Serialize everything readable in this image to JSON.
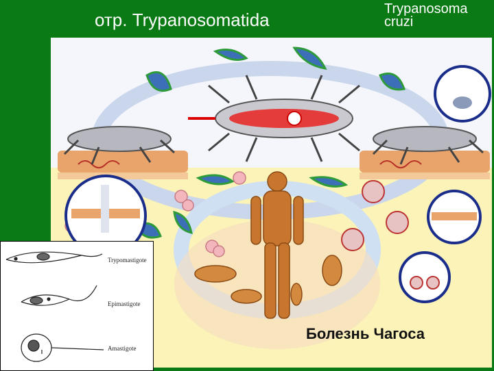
{
  "slide": {
    "title_left": "отр. Trypanosomatida",
    "title_right_line1": "Trypanosoma",
    "title_right_line2": "cruzi",
    "caption": "Болезнь Чагоса"
  },
  "inset": {
    "stages": [
      {
        "label": "Trypomastigote"
      },
      {
        "label": "Epimastigote"
      },
      {
        "label": "Amastigote"
      }
    ]
  },
  "colors": {
    "background": "#0a7a14",
    "title_text": "#ffffff",
    "cycle_arrow": "#c9d6ec",
    "host_body": "#c8762e",
    "yellow_zone": "#fbf3b8",
    "skin": "#e8a46a",
    "parasite_green": "#2e9b3a",
    "parasite_blue": "#3d6fb8"
  }
}
